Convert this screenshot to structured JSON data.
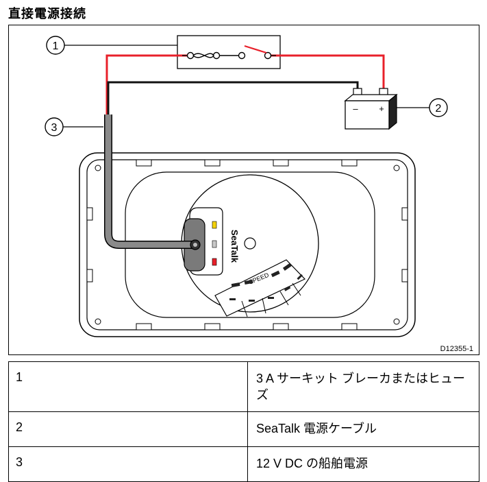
{
  "title": "直接電源接続",
  "figure": {
    "id": "D12355-1",
    "callouts": [
      "1",
      "2",
      "3"
    ],
    "battery": {
      "minus": "–",
      "plus": "+"
    },
    "unit": {
      "brand": "SeaTalk",
      "speed_label": "SPEED"
    }
  },
  "legend": {
    "rows": [
      {
        "num": "1",
        "desc": "3 A サーキット ブレーカまたはヒューズ"
      },
      {
        "num": "2",
        "desc": "SeaTalk 電源ケーブル"
      },
      {
        "num": "3",
        "desc": "12 V DC の船舶電源"
      }
    ]
  },
  "colors": {
    "red_wire": "#e8202a",
    "cable_gray": "#8a8a8a",
    "yellow_led": "#f4d20a"
  }
}
